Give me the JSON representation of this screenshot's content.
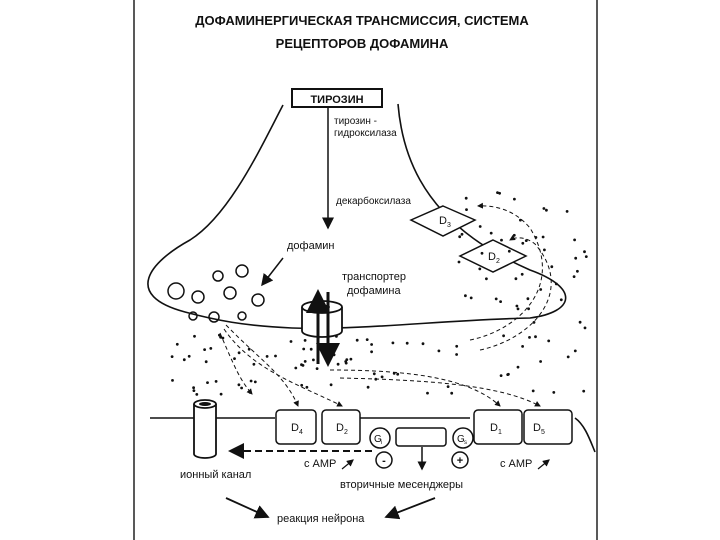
{
  "title": {
    "line1": "ДОФАМИНЕРГИЧЕСКАЯ ТРАНСМИССИЯ, СИСТЕМА",
    "line2": "РЕЦЕПТОРОВ ДОФАМИНА"
  },
  "labels": {
    "tyrosine": "ТИРОЗИН",
    "hydroxylase_1": "тирозин -",
    "hydroxylase_2": "гидроксилаза",
    "decarboxylase": "декарбоксилаза",
    "dopamine": "дофамин",
    "transporter_1": "транспортер",
    "transporter_2": "дофамина",
    "ion_channel": "ионный канал",
    "second_messengers": "вторичные месенджеры",
    "neuron_response": "реакция нейрона",
    "camp_left": "с AMP",
    "camp_right": "с AMP",
    "minus": "-",
    "plus": "+"
  },
  "receptors": {
    "d3_main": "D",
    "d3_sub": "3",
    "d2_pre_main": "D",
    "d2_pre_sub": "2",
    "d4_main": "D",
    "d4_sub": "4",
    "d2_post_main": "D",
    "d2_post_sub": "2",
    "d1_main": "D",
    "d1_sub": "1",
    "d5_main": "D",
    "d5_sub": "5",
    "gi_main": "G",
    "gi_sub": "i",
    "gs_main": "G",
    "gs_sub": "s"
  }
}
